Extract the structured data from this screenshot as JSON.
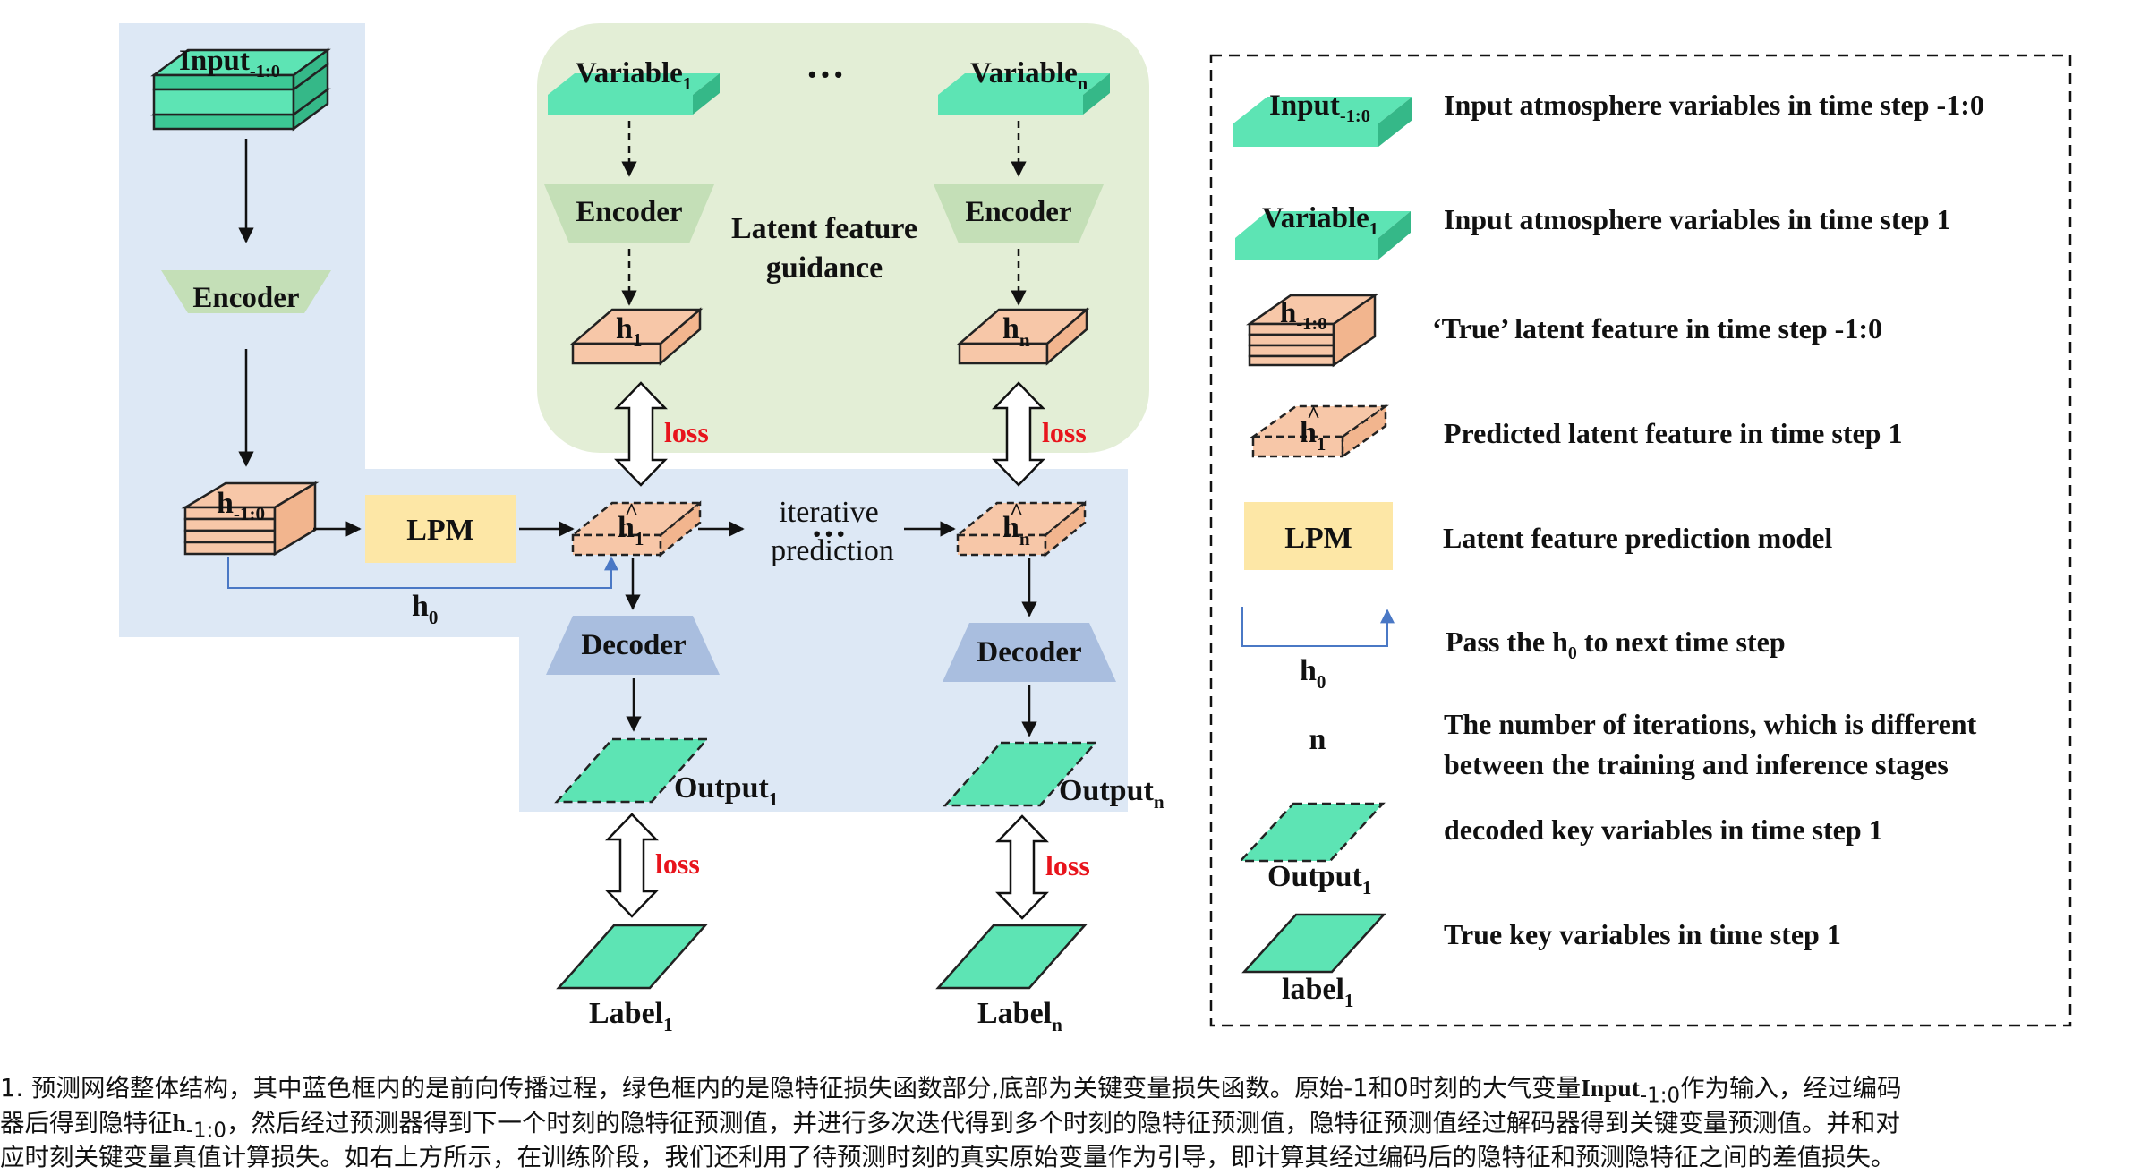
{
  "colors": {
    "blue_region": "#dde8f5",
    "green_region": "#e3eed6",
    "teal": "#5de4b4",
    "teal_dark": "#3cc895",
    "peach": "#f7c7a8",
    "encoder_green": "#c4dfb7",
    "encoder_blue_legend": "#c7dcc0",
    "decoder": "#a9bedf",
    "lpm": "#fde7a6",
    "loss_red": "#e8141c",
    "h0_line": "#4a78c5"
  },
  "diagram": {
    "input_main": {
      "base": "Input",
      "sub": "-1:0"
    },
    "encoder_main": "Encoder",
    "h_main": {
      "base": "h",
      "sub": "-1:0"
    },
    "lpm_main": "LPM",
    "h0_label": {
      "base": "h",
      "sub": "0"
    },
    "variable_1": {
      "base": "Variable",
      "sub": "1"
    },
    "variable_n": {
      "base": "Variable",
      "sub": "n"
    },
    "ellipsis": "···",
    "encoder_1": "Encoder",
    "encoder_n": "Encoder",
    "guidance_line1": "Latent feature",
    "guidance_line2": "guidance",
    "h_1": {
      "base": "h",
      "sub": "1"
    },
    "h_n": {
      "base": "h",
      "sub": "n"
    },
    "loss": "loss",
    "hhat_1": {
      "base": "h",
      "sub": "1",
      "hat": "^"
    },
    "hhat_n": {
      "base": "h",
      "sub": "n",
      "hat": "^"
    },
    "iterative_line1": "iterative",
    "iterative_dots": "···",
    "iterative_line2": "prediction",
    "decoder_1": "Decoder",
    "decoder_n": "Decoder",
    "output_1": {
      "base": "Output",
      "sub": "1"
    },
    "output_n": {
      "base": "Output",
      "sub": "n"
    },
    "label_1": {
      "base": "Label",
      "sub": "1"
    },
    "label_n": {
      "base": "Label",
      "sub": "n"
    }
  },
  "legend": {
    "items": [
      {
        "icon_label": "Input",
        "icon_sub": "-1:0",
        "text": "Input atmosphere variables in time step -1:0"
      },
      {
        "icon_label": "Variable",
        "icon_sub": "1",
        "text": "Input atmosphere variables in time step 1"
      },
      {
        "icon_label": "h",
        "icon_sub": "-1:0",
        "text": "‘True’  latent feature in time step -1:0"
      },
      {
        "icon_label": "h",
        "icon_sub": "1",
        "icon_hat": "^",
        "text": "Predicted latent feature in time step 1"
      },
      {
        "icon_label": "LPM",
        "text": "Latent feature prediction model"
      },
      {
        "icon_label": "h",
        "icon_sub": "0",
        "text_pre": "Pass the h",
        "text_sub": "0",
        "text_post": " to next time step"
      },
      {
        "icon_label": "n",
        "text_line1": "The number of iterations, which is different",
        "text_line2": "between the training and inference stages"
      },
      {
        "icon_label": "Output",
        "icon_sub": "1",
        "text": "decoded key variables in time step 1"
      },
      {
        "icon_label": "label",
        "icon_sub": "1",
        "text": "True key variables in time step 1"
      }
    ]
  },
  "caption": {
    "line1_pre": "1. 预测网络整体结构，其中蓝色框内的是前向传播过程，绿色框内的是隐特征损失函数部分,底部为关键变量损失函数。原始-1和0时刻的大气变量",
    "line1_bold": "Input",
    "line1_sub": "-1:0",
    "line1_post": "作为输入，经过编码",
    "line2_pre": "器后得到隐特征",
    "line2_bold": "h",
    "line2_sub": "-1:0",
    "line2_post": "，然后经过预测器得到下一个时刻的隐特征预测值，并进行多次迭代得到多个时刻的隐特征预测值，隐特征预测值经过解码器得到关键变量预测值。并和对",
    "line3": "应时刻关键变量真值计算损失。如右上方所示，在训练阶段，我们还利用了待预测时刻的真实原始变量作为引导，即计算其经过编码后的隐特征和预测隐特征之间的差值损失。"
  }
}
